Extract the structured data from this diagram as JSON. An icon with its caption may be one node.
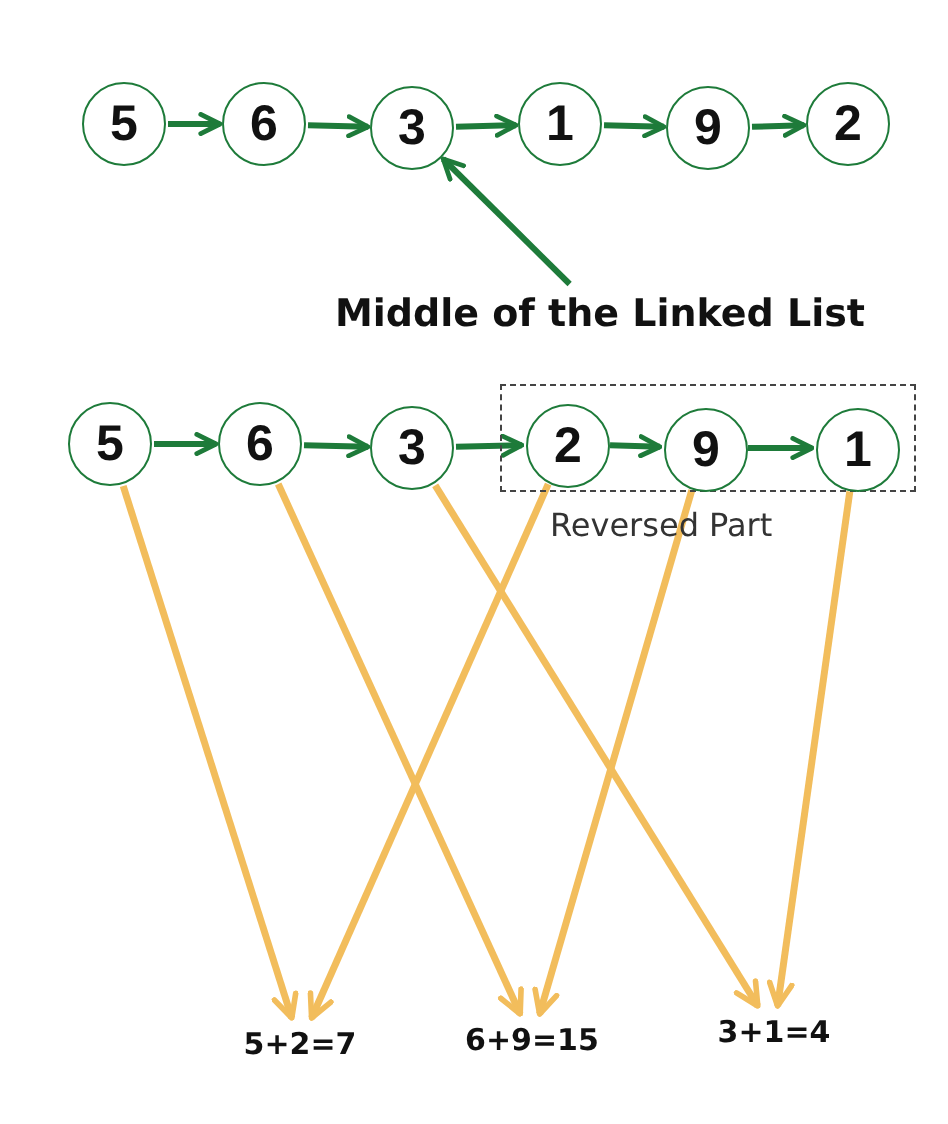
{
  "diagram": {
    "nodes": [
      {
        "text": [
          "5"
        ]
      },
      {
        "text": [
          "6"
        ]
      },
      {
        "text": [
          "3"
        ]
      },
      {
        "text": [
          "1"
        ]
      },
      {
        "text": [
          "9"
        ]
      },
      {
        "text": [
          "2"
        ]
      },
      {
        "text": [
          "Middle of the Linked List"
        ]
      },
      {
        "text": [
          "Reversed Part"
        ]
      },
      {
        "text": [
          "5"
        ]
      },
      {
        "text": [
          "6"
        ]
      },
      {
        "text": [
          "3"
        ]
      },
      {
        "text": [
          "2"
        ],
        "in": 7
      },
      {
        "text": [
          "9"
        ],
        "in": 7
      },
      {
        "text": [
          "1"
        ],
        "in": 7
      },
      {
        "text": [
          "5+2=7"
        ]
      },
      {
        "text": [
          "6+9=15"
        ]
      },
      {
        "text": [
          "3+1=4"
        ]
      }
    ],
    "edges": [
      {
        "from": 0,
        "to": 1,
        "arrow": "to"
      },
      {
        "from": 1,
        "to": 2,
        "arrow": "to"
      },
      {
        "from": 2,
        "to": 3,
        "arrow": "to"
      },
      {
        "from": 3,
        "to": 4,
        "arrow": "to"
      },
      {
        "from": 4,
        "to": 5,
        "arrow": "to"
      },
      {
        "from": 6,
        "to": 2,
        "arrow": "to"
      },
      {
        "from": 8,
        "to": 9,
        "arrow": "to"
      },
      {
        "from": 9,
        "to": 10,
        "arrow": "to"
      },
      {
        "from": 10,
        "to": 11,
        "arrow": "to"
      },
      {
        "from": 11,
        "to": 12,
        "arrow": "to"
      },
      {
        "from": 12,
        "to": 13,
        "arrow": "to"
      },
      {
        "from": 8,
        "to": 14,
        "arrow": "to",
        "color": "#f2bd5c"
      },
      {
        "from": 11,
        "to": 14,
        "arrow": "to",
        "color": "#f2bd5c"
      },
      {
        "from": 9,
        "to": 15,
        "arrow": "to",
        "color": "#f2bd5c"
      },
      {
        "from": 12,
        "to": 15,
        "arrow": "to",
        "color": "#f2bd5c"
      },
      {
        "from": 10,
        "to": 16,
        "arrow": "to",
        "color": "#f2bd5c"
      },
      {
        "from": 13,
        "to": 16,
        "arrow": "to",
        "color": "#f2bd5c"
      }
    ]
  }
}
